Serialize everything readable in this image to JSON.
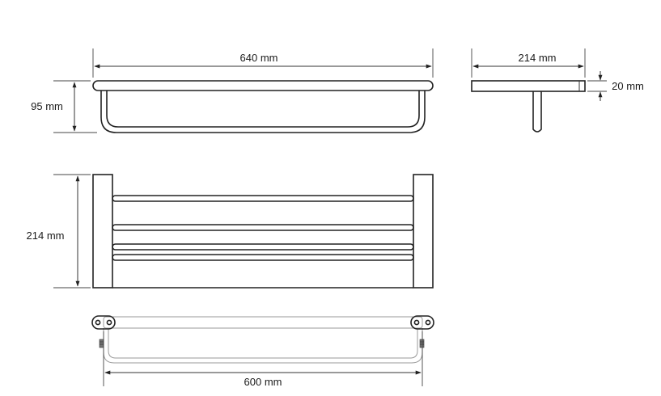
{
  "dimensions": {
    "front_width": "640 mm",
    "front_height": "95 mm",
    "side_depth": "214 mm",
    "side_thickness": "20 mm",
    "top_depth": "214 mm",
    "bottom_span": "600 mm"
  }
}
